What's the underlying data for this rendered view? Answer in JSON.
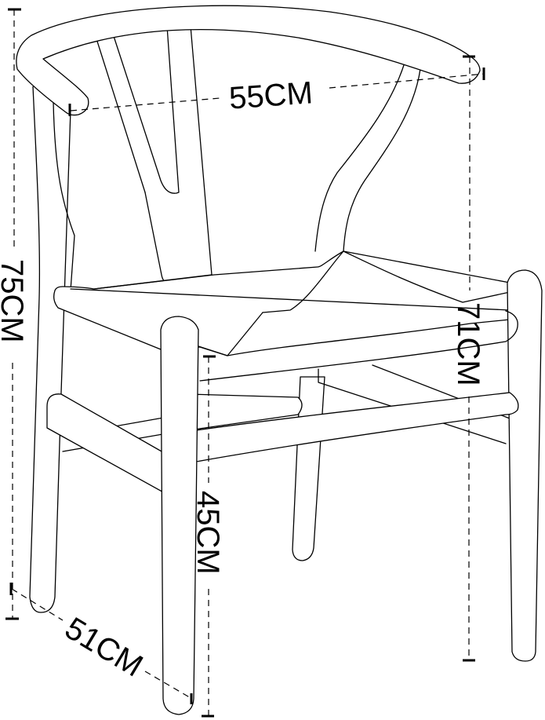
{
  "diagram": {
    "subject": "Wishbone-style dining chair line drawing with dimensions",
    "stroke_color": "#000000",
    "background_color": "#ffffff",
    "dimensions": {
      "width": {
        "label": "55CM",
        "description": "width across armrest ends"
      },
      "total_height": {
        "label": "75CM",
        "description": "overall height"
      },
      "arm_height": {
        "label": "71CM",
        "description": "height at armrest end"
      },
      "seat_height": {
        "label": "45CM",
        "description": "seat height"
      },
      "depth": {
        "label": "51CM",
        "description": "depth between legs"
      }
    }
  }
}
